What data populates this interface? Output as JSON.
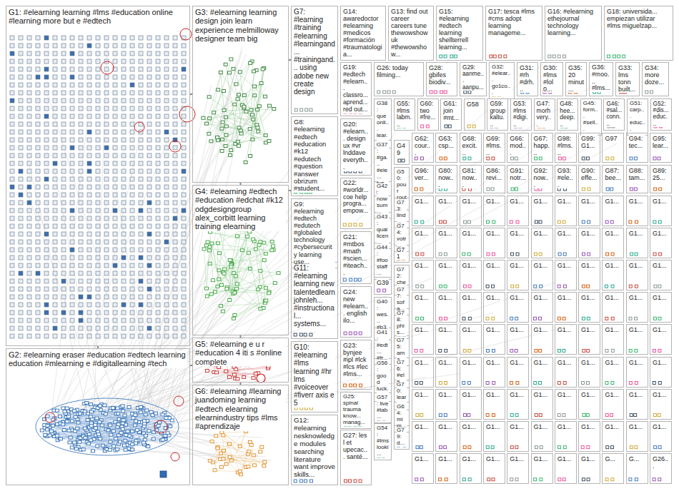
{
  "diagram": {
    "nodes": [
      {
        "text": [
          "G1: #elearning learning #lms #education online #learning more but e #edtech"
        ]
      },
      {
        "text": [
          "G2: #elearning eraser #education #edtech learning education #mlearning e #digitallearning #tech"
        ]
      },
      {
        "text": [
          "G3: #elearning learning design join learn experience melmilloway designer team big"
        ]
      },
      {
        "text": [
          "G4: #elearning #edtech #education #edchat #k12 odgdesigngroup alex_corbitt learning training elearning"
        ]
      },
      {
        "text": [
          "G5: #elearning e u r #education 4 iti s #online complete"
        ]
      },
      {
        "text": [
          "G6: #elearning #learning juandoming learning #edtech elearning elearnindustry tips #lms #aprendizaje"
        ]
      },
      {
        "text": [
          "G7: #learning #training #elearning #learningand... #trainingand... using adobe new create design"
        ]
      },
      {
        "text": [
          "G8: #elearning #edtech #education #k12 #edutech #question #answer obrizum #student..."
        ]
      },
      {
        "text": [
          "G9: #elearning #edtech #edutech #globaled technology #cybersecurity learning use..."
        ]
      },
      {
        "text": [
          "G11: #elearning learning new talentedlearn johnleh... #instructional... systems..."
        ]
      },
      {
        "text": [
          "G10: #elearning #lms learning #hr lms #voiceover #fiverr axis e 5"
        ]
      },
      {
        "text": [
          "G12: #elearning nesknowledge modules searching literature want improve skills..."
        ]
      },
      {
        "text": [
          "G14: awaredoctor #elearning #medicos #formación #traumatologia..."
        ]
      },
      {
        "text": [
          "G13: find out career careers tune thewowshowuk #thewowshow..."
        ]
      },
      {
        "text": [
          "G15: #elearning #edtech learning shellterrell learning..."
        ]
      },
      {
        "text": [
          "G17: tesca #lms #cms adopt learning manageme..."
        ]
      },
      {
        "text": [
          "G16: #elearning ethejournal technology learning..."
        ]
      },
      {
        "text": [
          "G18: universida... empiezan utilizar #lms miguelzap..."
        ]
      },
      {
        "text": [
          "G19: #edtech #elearn... classro... aprend... red out..."
        ]
      },
      {
        "text": [
          "G20: #elearn... design ux #vr lnddave everyth..."
        ]
      },
      {
        "text": [
          "G22: #worldr... coe help progra... empow..."
        ]
      },
      {
        "text": [
          "G21: #mtbos #math #scien... #iteach..."
        ]
      },
      {
        "text": [
          "G24: new #elearn... english ilo..."
        ]
      },
      {
        "text": [
          "G23: bynjee #ipl #lck #lcs #lec #lms..."
        ]
      },
      {
        "text": [
          "G25: spinal trauma know... manag..."
        ]
      },
      {
        "text": [
          "G27: les l et upecac... santé..."
        ]
      },
      {
        "text": [
          "G26: today filming..."
        ]
      },
      {
        "text": [
          "G38: que onli... lear..."
        ]
      },
      {
        "text": [
          "G37: #ga... #ele... tus..."
        ]
      },
      {
        "text": [
          "G42: now sum..."
        ]
      },
      {
        "text": [
          "G43: qual licen..."
        ]
      },
      {
        "text": [
          "G44: #foo staff..."
        ]
      },
      {
        "text": [
          "G39"
        ]
      },
      {
        "text": [
          "G40: wes... #b3..."
        ]
      },
      {
        "text": [
          "G41: #edt... #fr..."
        ]
      },
      {
        "text": [
          "G56: good luck..."
        ]
      },
      {
        "text": [
          "G57: live #lab..."
        ]
      },
      {
        "text": [
          "G54: #lms looki..."
        ]
      },
      {
        "text": [
          "G28: gbifes biodiv..."
        ]
      },
      {
        "text": [
          "G29: aanme... aanpu..."
        ]
      },
      {
        "text": [
          "G32: #elear... go1co..."
        ]
      },
      {
        "text": [
          "G31: #rh #drh..."
        ]
      },
      {
        "text": [
          "G30: #lms #lol 0..."
        ]
      },
      {
        "text": [
          "G35: 20 minut..."
        ]
      },
      {
        "text": [
          "G36: #moo... #lms..."
        ]
      },
      {
        "text": [
          "G33: lms tonn built..."
        ]
      },
      {
        "text": [
          "G34: more doze..."
        ]
      },
      {
        "text": [
          "G55: #lms labm..."
        ]
      },
      {
        "text": [
          "G60: two #fre..."
        ]
      },
      {
        "text": [
          "G61: join #mt..."
        ]
      },
      {
        "text": [
          "G58"
        ]
      },
      {
        "text": [
          "G59: group kaltu..."
        ]
      },
      {
        "text": [
          "G53: #lms #digi..."
        ]
      },
      {
        "text": [
          "G47: morh very..."
        ]
      },
      {
        "text": [
          "G48: hee... deep..."
        ]
      },
      {
        "text": [
          "G45: form... #sell..."
        ]
      },
      {
        "text": [
          "G46: #sal... conn..."
        ]
      },
      {
        "text": [
          "G51: carp... educ..."
        ]
      },
      {
        "text": [
          "G52: #dis... educ..."
        ]
      },
      {
        "text": [
          "G49"
        ]
      },
      {
        "text": [
          "G50: pour rout..."
        ]
      },
      {
        "text": [
          "G73: lind..."
        ]
      },
      {
        "text": [
          "G74: votr..."
        ]
      },
      {
        "text": [
          "G71"
        ]
      },
      {
        "text": [
          "G72: che..."
        ]
      },
      {
        "text": [
          "G77: sofa..."
        ]
      },
      {
        "text": [
          "G78: phis..."
        ]
      },
      {
        "text": [
          "G75: ama..."
        ]
      },
      {
        "text": [
          "G76: #ele..."
        ]
      },
      {
        "text": [
          "G70: lear..."
        ]
      },
      {
        "text": [
          "G64: mim..."
        ]
      },
      {
        "text": [
          "G79: d..."
        ]
      },
      {
        "text": [
          "G62: cour..."
        ]
      },
      {
        "text": [
          "G63: csp..."
        ]
      },
      {
        "text": [
          "G68: excit..."
        ]
      },
      {
        "text": [
          "G69: #lms..."
        ]
      },
      {
        "text": [
          "G66: mod..."
        ]
      },
      {
        "text": [
          "G67: happ..."
        ]
      },
      {
        "text": [
          "G98: #lms..."
        ]
      },
      {
        "text": [
          "G99: G1..."
        ]
      },
      {
        "text": [
          "G97"
        ]
      },
      {
        "text": [
          "G94: tec..."
        ]
      },
      {
        "text": [
          "G95: lear..."
        ]
      },
      {
        "text": [
          "G96: ver..."
        ]
      },
      {
        "text": [
          "G80: now..."
        ]
      },
      {
        "text": [
          "G81: now..."
        ]
      },
      {
        "text": [
          "G86: revi..."
        ]
      },
      {
        "text": [
          "G91: notr..."
        ]
      },
      {
        "text": [
          "G92: now..."
        ]
      },
      {
        "text": [
          "G93: #ele..."
        ]
      },
      {
        "text": [
          "G90: effe..."
        ]
      },
      {
        "text": [
          "G87: bee..."
        ]
      },
      {
        "text": [
          "G88: tam..."
        ]
      },
      {
        "text": [
          "G89: 25..."
        ]
      },
      {
        "text": [
          "G1..."
        ]
      },
      {
        "text": [
          "G1..."
        ]
      },
      {
        "text": [
          "G1..."
        ]
      },
      {
        "text": [
          "G1..."
        ]
      },
      {
        "text": [
          "G1..."
        ]
      },
      {
        "text": [
          "G1..."
        ]
      },
      {
        "text": [
          "G1..."
        ]
      },
      {
        "text": [
          "G1..."
        ]
      },
      {
        "text": [
          "G1..."
        ]
      },
      {
        "text": [
          "G1..."
        ]
      },
      {
        "text": [
          "G1..."
        ]
      },
      {
        "text": [
          "G1..."
        ]
      },
      {
        "text": [
          "G1..."
        ]
      },
      {
        "text": [
          "G1..."
        ]
      },
      {
        "text": [
          "G1..."
        ]
      },
      {
        "text": [
          "G1..."
        ]
      },
      {
        "text": [
          "G1..."
        ]
      },
      {
        "text": [
          "G1..."
        ]
      },
      {
        "text": [
          "G1..."
        ]
      },
      {
        "text": [
          "G1..."
        ]
      },
      {
        "text": [
          "G1..."
        ]
      },
      {
        "text": [
          "G1..."
        ]
      },
      {
        "text": [
          "G1..."
        ]
      },
      {
        "text": [
          "G1..."
        ]
      },
      {
        "text": [
          "G1..."
        ]
      },
      {
        "text": [
          "G1..."
        ]
      },
      {
        "text": [
          "G1..."
        ]
      },
      {
        "text": [
          "G1..."
        ]
      },
      {
        "text": [
          "G1..."
        ]
      },
      {
        "text": [
          "G1..."
        ]
      },
      {
        "text": [
          "G1..."
        ]
      },
      {
        "text": [
          "G1..."
        ]
      },
      {
        "text": [
          "G1..."
        ]
      },
      {
        "text": [
          "G1..."
        ]
      },
      {
        "text": [
          "G1..."
        ]
      },
      {
        "text": [
          "G1..."
        ]
      },
      {
        "text": [
          "G1..."
        ]
      },
      {
        "text": [
          "G1..."
        ]
      },
      {
        "text": [
          "G1..."
        ]
      },
      {
        "text": [
          "G1..."
        ]
      },
      {
        "text": [
          "G1..."
        ]
      },
      {
        "text": [
          "G1..."
        ]
      },
      {
        "text": [
          "G1..."
        ]
      },
      {
        "text": [
          "G1..."
        ]
      },
      {
        "text": [
          "G1..."
        ]
      },
      {
        "text": [
          "G1..."
        ]
      },
      {
        "text": [
          "G1..."
        ]
      },
      {
        "text": [
          "G1..."
        ]
      },
      {
        "text": [
          "G1..."
        ]
      },
      {
        "text": [
          "G1..."
        ]
      },
      {
        "text": [
          "G1..."
        ]
      },
      {
        "text": [
          "G1..."
        ]
      },
      {
        "text": [
          "G1..."
        ]
      },
      {
        "text": [
          "G1..."
        ]
      },
      {
        "text": [
          "G1..."
        ]
      },
      {
        "text": [
          "G1..."
        ]
      },
      {
        "text": [
          "G1..."
        ]
      },
      {
        "text": [
          "G1..."
        ]
      },
      {
        "text": [
          "G1..."
        ]
      },
      {
        "text": [
          "G1..."
        ]
      },
      {
        "text": [
          "G1..."
        ]
      },
      {
        "text": [
          "G1..."
        ]
      },
      {
        "text": [
          "G1..."
        ]
      },
      {
        "text": [
          "G1..."
        ]
      },
      {
        "text": [
          "G1..."
        ]
      },
      {
        "text": [
          "G1..."
        ]
      },
      {
        "text": [
          "G1..."
        ]
      },
      {
        "text": [
          "G1..."
        ]
      },
      {
        "text": [
          "G1..."
        ]
      },
      {
        "text": [
          "G1..."
        ]
      },
      {
        "text": [
          "G1..."
        ]
      },
      {
        "text": [
          "G1..."
        ]
      },
      {
        "text": [
          "G1..."
        ]
      },
      {
        "text": [
          "G1..."
        ]
      },
      {
        "text": [
          "G1..."
        ]
      },
      {
        "text": [
          "G1..."
        ]
      },
      {
        "text": [
          "G1..."
        ]
      },
      {
        "text": [
          "G1..."
        ]
      },
      {
        "text": [
          "G1..."
        ]
      },
      {
        "text": [
          "G1..."
        ]
      },
      {
        "text": [
          "G1..."
        ]
      },
      {
        "text": [
          "G1..."
        ]
      },
      {
        "text": [
          "G1..."
        ]
      },
      {
        "text": [
          "G1..."
        ]
      },
      {
        "text": [
          "G1..."
        ]
      },
      {
        "text": [
          "G1..."
        ]
      },
      {
        "text": [
          "G1..."
        ]
      },
      {
        "text": [
          "G1..."
        ]
      },
      {
        "text": [
          "G1..."
        ]
      },
      {
        "text": [
          "G1..."
        ]
      },
      {
        "text": [
          "G1..."
        ]
      },
      {
        "text": [
          "G1..."
        ]
      },
      {
        "text": [
          "G1..."
        ]
      },
      {
        "text": [
          "G1..."
        ]
      },
      {
        "text": [
          "G1..."
        ]
      },
      {
        "text": [
          "G1..."
        ]
      },
      {
        "text": [
          "G..."
        ]
      },
      {
        "text": [
          "G..."
        ]
      },
      {
        "text": [
          "G26..."
        ]
      }
    ],
    "edges": [
      {
        "from": 0,
        "to": 1,
        "arrow": "none"
      },
      {
        "from": 0,
        "to": 2,
        "arrow": "none"
      },
      {
        "from": 2,
        "to": 3,
        "arrow": "none"
      },
      {
        "from": 3,
        "to": 4,
        "arrow": "none"
      },
      {
        "from": 4,
        "to": 5,
        "arrow": "none"
      },
      {
        "from": 1,
        "to": 4,
        "arrow": "none"
      },
      {
        "from": 2,
        "to": 6,
        "arrow": "none"
      },
      {
        "from": 3,
        "to": 7,
        "arrow": "none"
      }
    ]
  }
}
